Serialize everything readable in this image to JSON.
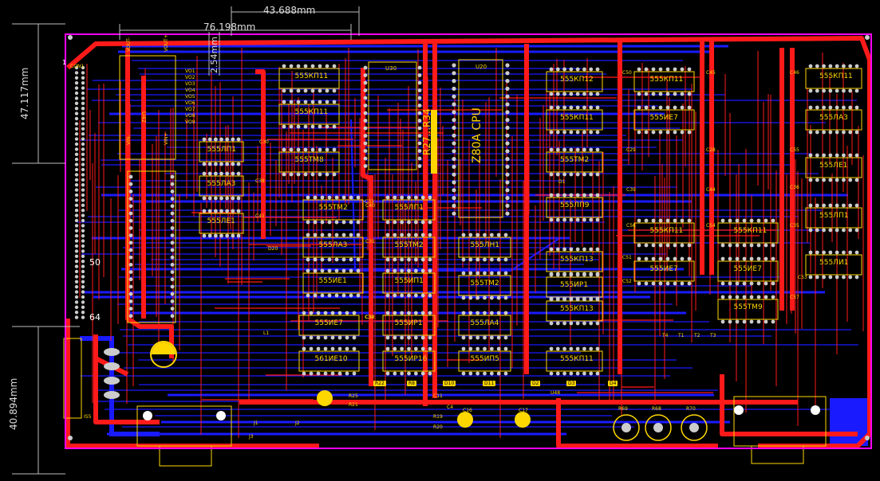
{
  "dimensions": {
    "top1": "43.688mm",
    "top2": "76.198mm",
    "top3": "2.54mm",
    "left1": "47.117mm",
    "left2": "40.894mm"
  },
  "board": {
    "outline_color": "#ff00ff",
    "top_copper_color": "#ff1a1a",
    "bottom_copper_color": "#1a1aff",
    "silkscreen_color": "#ffd700",
    "pad_color": "#cccccc"
  },
  "connector_labels": {
    "con": "CON1",
    "pin1": "1",
    "pin50": "50",
    "pin64": "64",
    "is": "IS5"
  },
  "chips": [
    {
      "label": "555КП11"
    },
    {
      "label": "555КП11"
    },
    {
      "label": "555ТМ8"
    },
    {
      "label": "555ЛП1"
    },
    {
      "label": "555ЛА3"
    },
    {
      "label": "555ЛЕ1"
    },
    {
      "label": "555ТМ2"
    },
    {
      "label": "555ЛА3"
    },
    {
      "label": "555ИЕ1"
    },
    {
      "label": "555ИЕ7"
    },
    {
      "label": "561ИЕ10"
    },
    {
      "label": "555ЛП1"
    },
    {
      "label": "555ТМ2"
    },
    {
      "label": "555ИП1"
    },
    {
      "label": "555ИР1"
    },
    {
      "label": "555ИР16"
    },
    {
      "label": "555ЛН1"
    },
    {
      "label": "555ТМ2"
    },
    {
      "label": "555ЛА4"
    },
    {
      "label": "555ИП5"
    },
    {
      "label": "555КП12"
    },
    {
      "label": "555КП11"
    },
    {
      "label": "555ТМ2"
    },
    {
      "label": "555ЛП9"
    },
    {
      "label": "555КП13"
    },
    {
      "label": "555ИР1"
    },
    {
      "label": "555КП13"
    },
    {
      "label": "555КП11"
    },
    {
      "label": "555КП11"
    },
    {
      "label": "555ИЕ7"
    },
    {
      "label": "555ИЕ7"
    },
    {
      "label": "555КП11"
    },
    {
      "label": "555КП11"
    },
    {
      "label": "555ИЕ7"
    },
    {
      "label": "555ТМ9"
    },
    {
      "label": "555КП11"
    },
    {
      "label": "555ЛА3"
    },
    {
      "label": "555ЛЕ1"
    },
    {
      "label": "555ЛП1"
    },
    {
      "label": "555ЛИ1"
    }
  ],
  "cpu": {
    "label": "Z80A CPU",
    "ref": "U20"
  },
  "u30": "U30",
  "u42": "U42",
  "resistor_net": "R27...R34",
  "refs": [
    "R22",
    "R8",
    "D10",
    "D11",
    "D2",
    "D3",
    "D4",
    "D1",
    "D20",
    "R25",
    "R21",
    "R19",
    "R20",
    "C16",
    "C17",
    "C11",
    "C4",
    "R69",
    "R68",
    "R70",
    "T4",
    "T1",
    "T2",
    "T3",
    "U48",
    "J1",
    "J2",
    "J3",
    "L1",
    "C33",
    "C34"
  ],
  "ps_labels": [
    "VO1",
    "VO2",
    "VO3",
    "VO4",
    "VO5",
    "VO6",
    "VO7",
    "VO8",
    "VO9"
  ],
  "vout_labels": [
    "VOUT-",
    "VOUT+",
    "VIN-",
    "VIN+"
  ],
  "cap_labels": [
    "C38",
    "C41",
    "C30",
    "C31",
    "C32",
    "C40",
    "C39",
    "C44",
    "C45",
    "C46",
    "C36",
    "C35",
    "C29",
    "C28",
    "C50",
    "C51",
    "C52",
    "C53",
    "C54",
    "C55",
    "C56",
    "C57"
  ]
}
